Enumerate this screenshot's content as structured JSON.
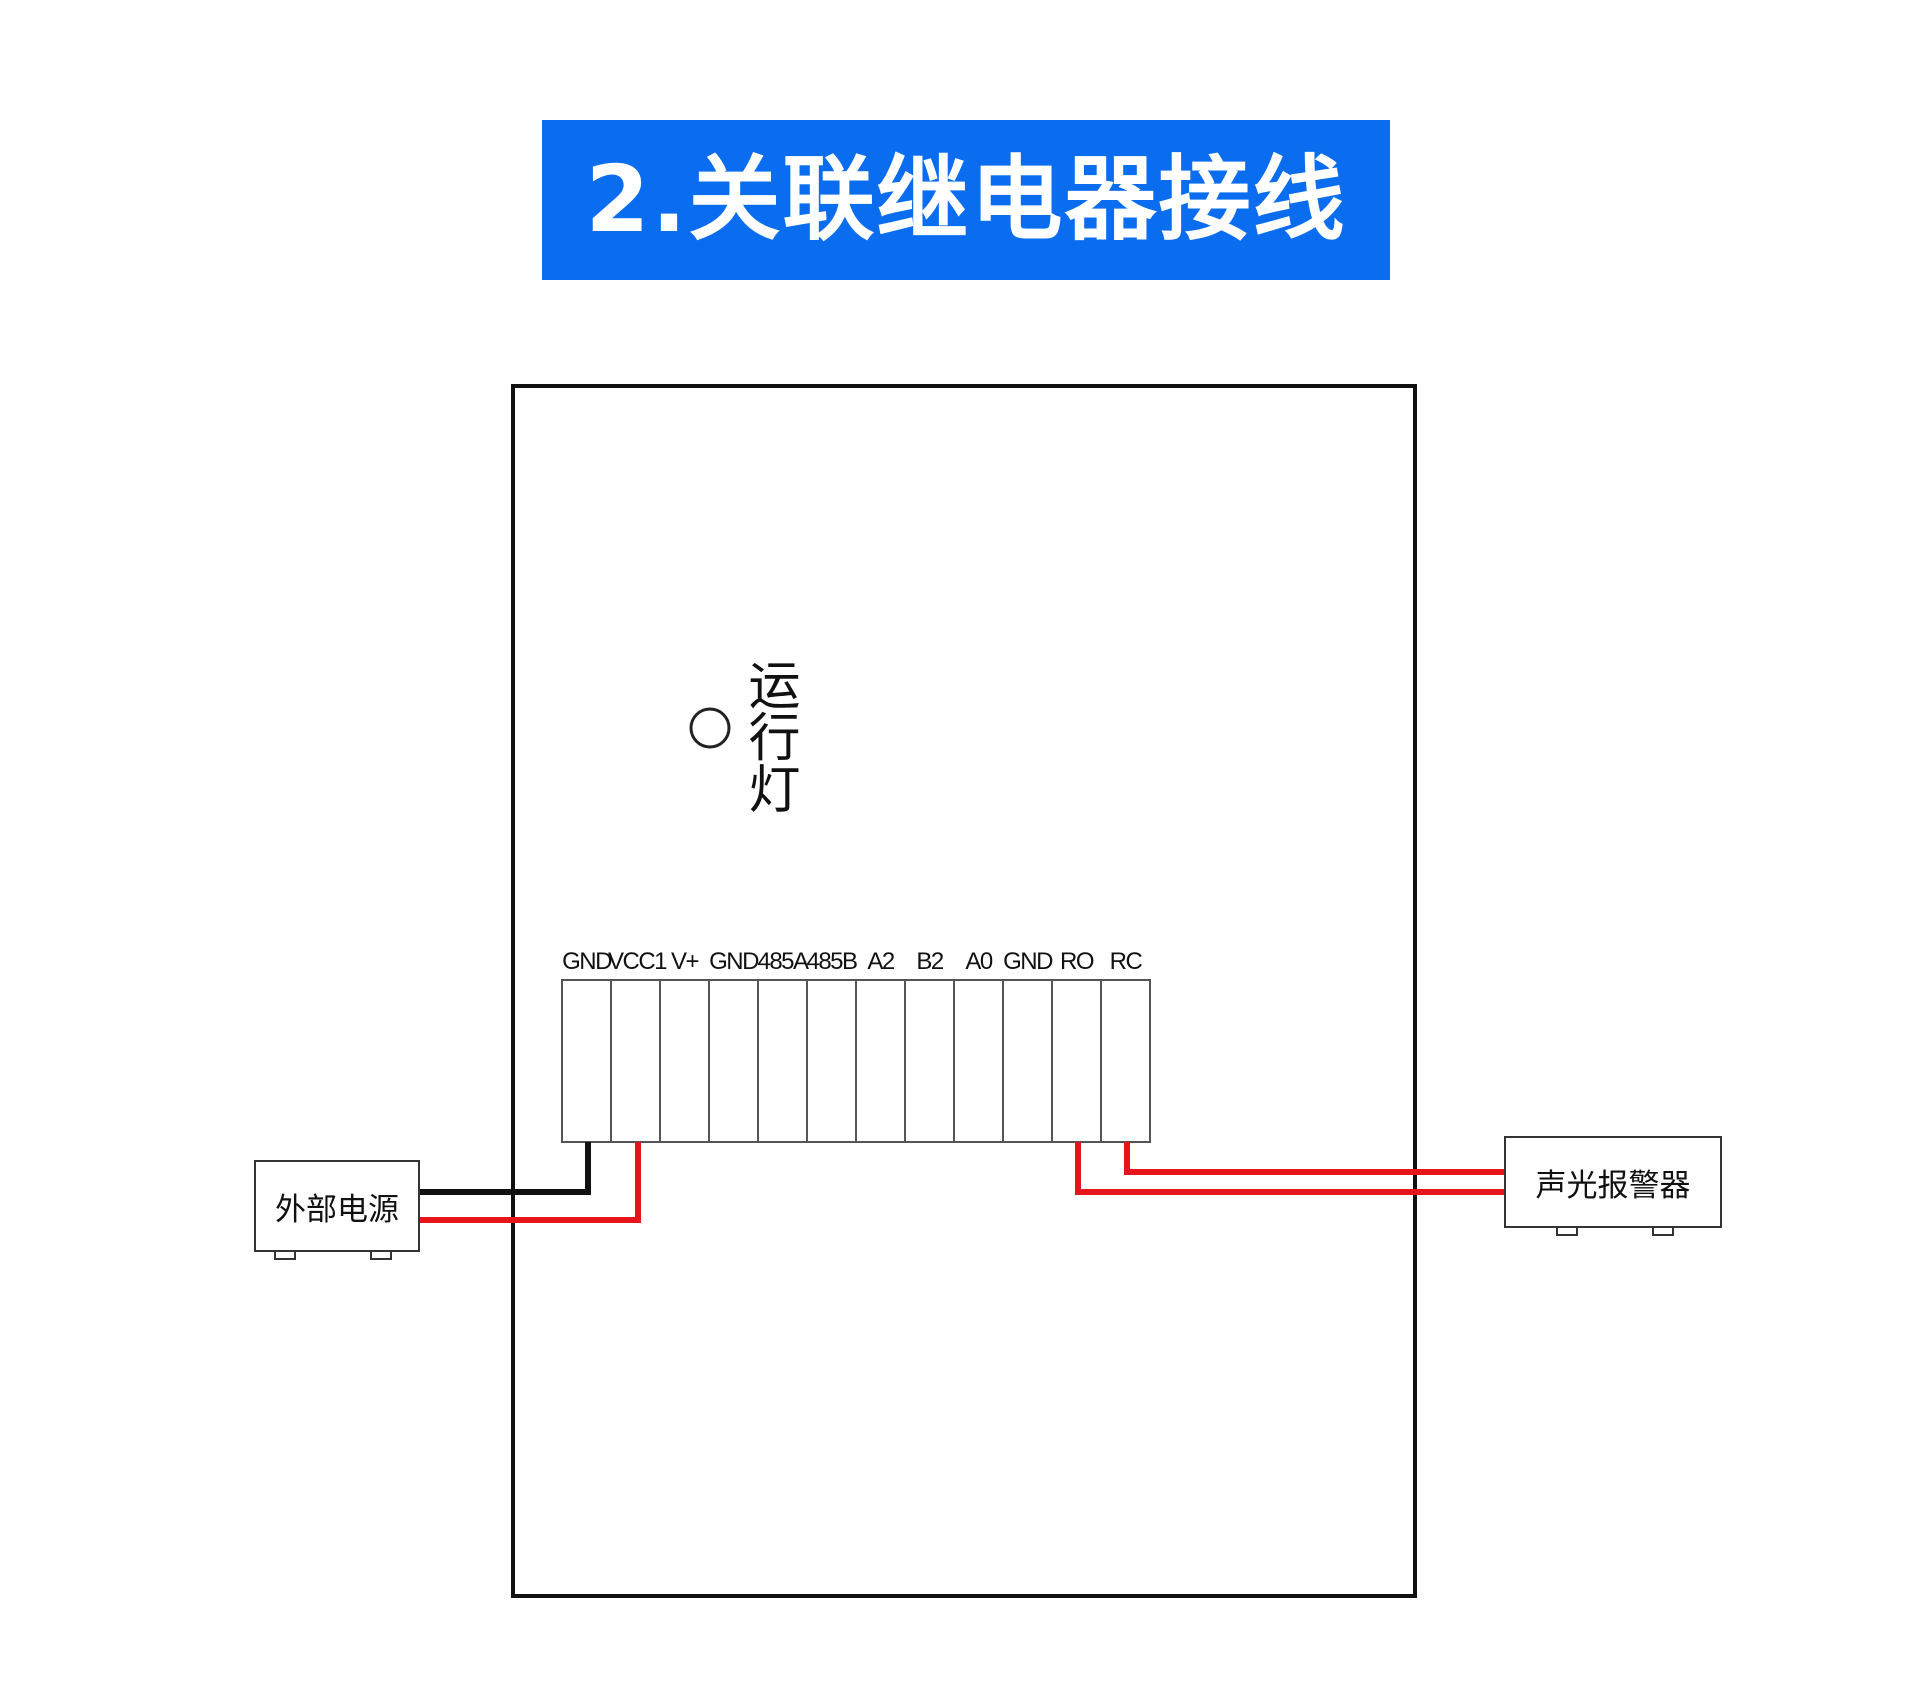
{
  "title": "2.关联继电器接线",
  "indicator": {
    "label": "运行灯"
  },
  "terminals": [
    {
      "label": "GND"
    },
    {
      "label": "VCC1"
    },
    {
      "label": "V+"
    },
    {
      "label": "GND"
    },
    {
      "label": "485A"
    },
    {
      "label": "485B"
    },
    {
      "label": "A2"
    },
    {
      "label": "B2"
    },
    {
      "label": "A0"
    },
    {
      "label": "GND"
    },
    {
      "label": "RO"
    },
    {
      "label": "RC"
    }
  ],
  "power_source": {
    "label": "外部电源"
  },
  "alarm": {
    "label": "声光报警器"
  },
  "colors": {
    "banner": "#0a6df0",
    "wire_black": "#111111",
    "wire_red": "#e8141b"
  }
}
